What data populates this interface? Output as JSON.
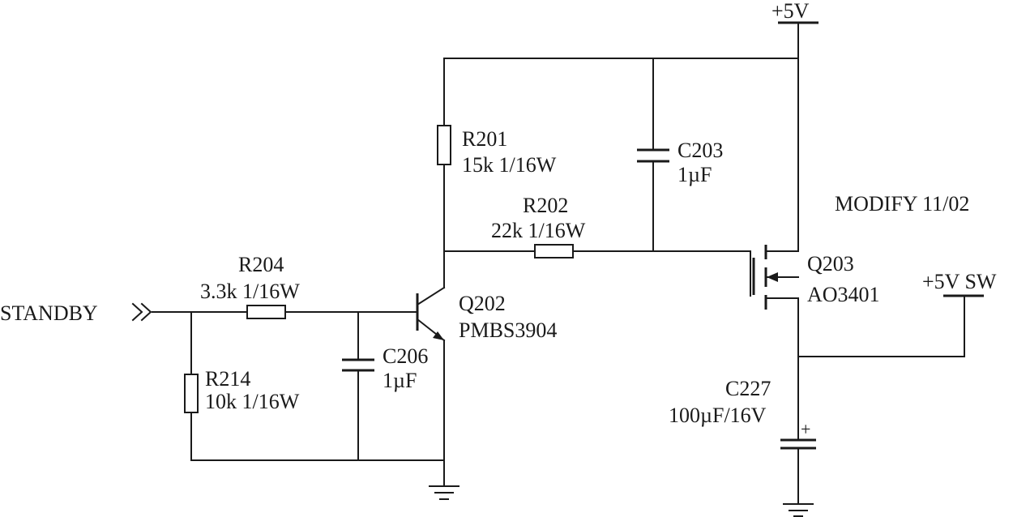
{
  "rails": {
    "vcc": "+5V",
    "vcc_sw": "+5V SW"
  },
  "input": {
    "label": "STANDBY",
    "connector_icon": "double-chevron-right"
  },
  "note": "MODIFY 11/02",
  "components": {
    "r201": {
      "ref": "R201",
      "value": "15k 1/16W"
    },
    "r202": {
      "ref": "R202",
      "value": "22k 1/16W"
    },
    "r204": {
      "ref": "R204",
      "value": "3.3k 1/16W"
    },
    "r214": {
      "ref": "R214",
      "value": "10k 1/16W"
    },
    "c203": {
      "ref": "C203",
      "value": "1µF"
    },
    "c206": {
      "ref": "C206",
      "value": "1µF"
    },
    "c227": {
      "ref": "C227",
      "value": "100µF/16V",
      "polarity": "+"
    },
    "q202": {
      "ref": "Q202",
      "part": "PMBS3904"
    },
    "q203": {
      "ref": "Q203",
      "part": "AO3401"
    }
  }
}
